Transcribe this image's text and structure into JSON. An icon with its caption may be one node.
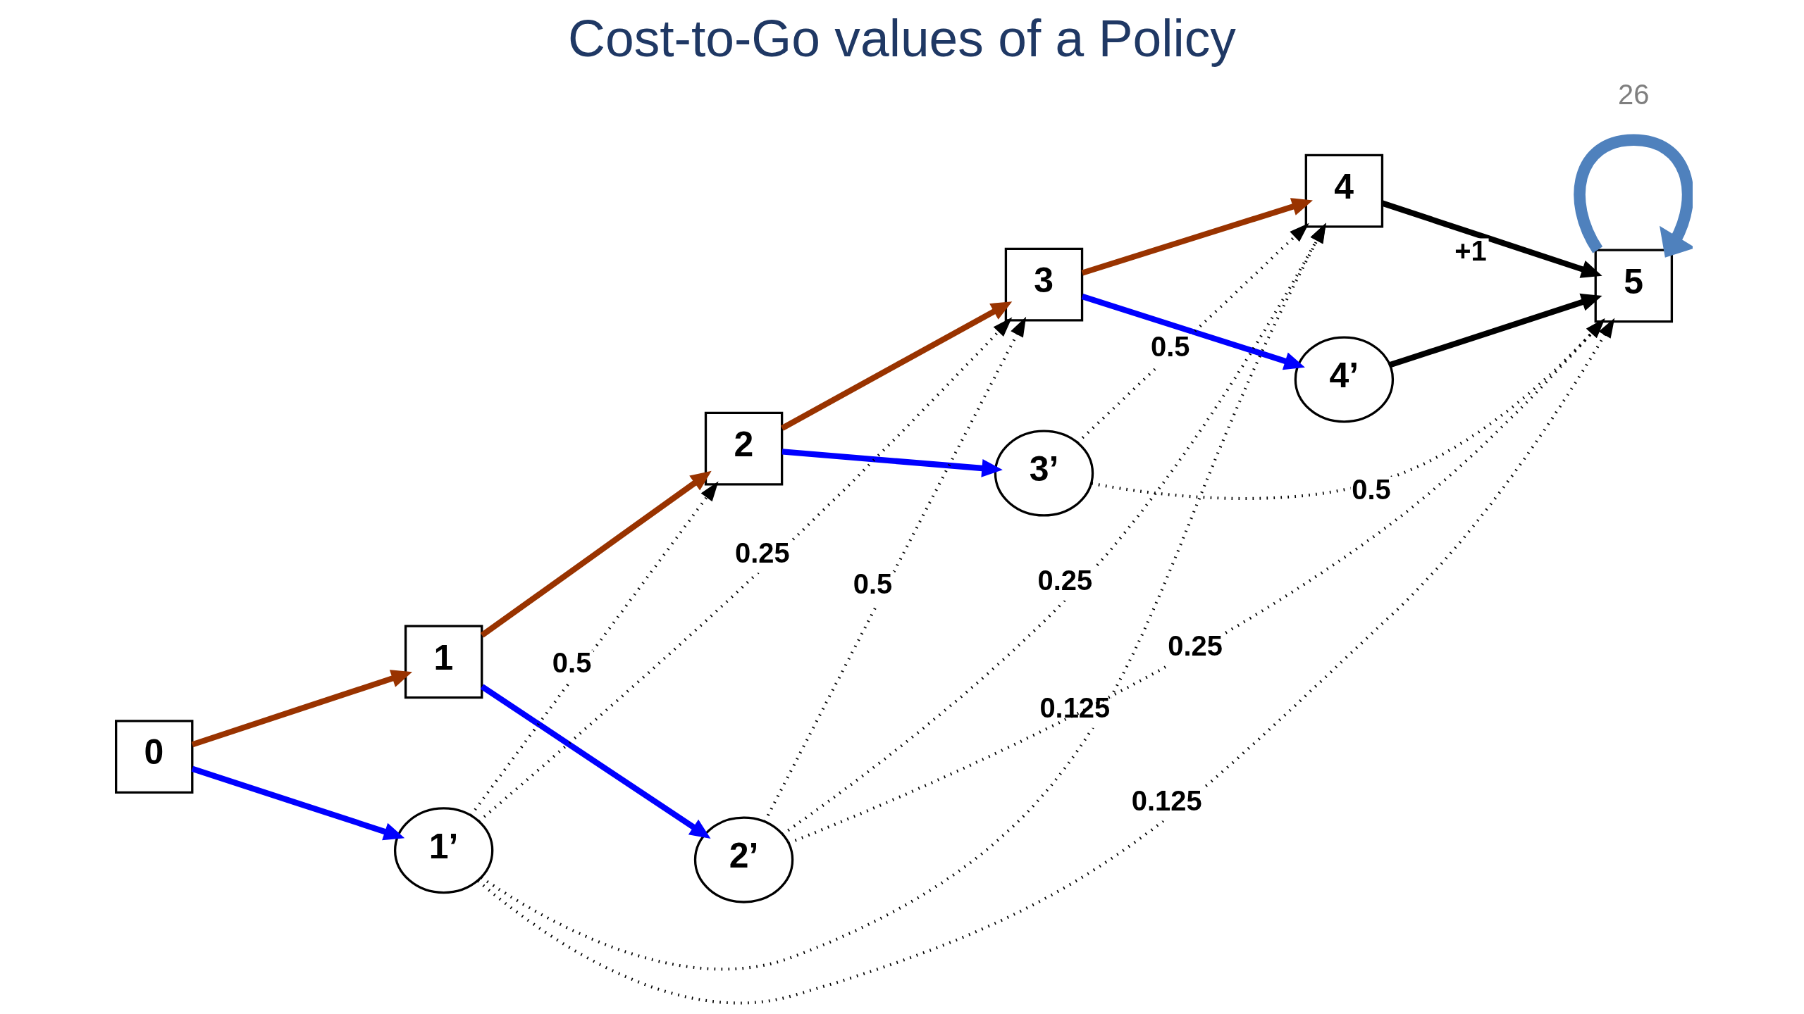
{
  "diagram": {
    "title": "Cost-to-Go values of a Policy",
    "nodes": [
      {
        "text": [
          "0"
        ]
      },
      {
        "text": [
          "1"
        ]
      },
      {
        "text": [
          "2"
        ]
      },
      {
        "text": [
          "3"
        ]
      },
      {
        "text": [
          "4"
        ]
      },
      {
        "text": [
          "1’"
        ]
      },
      {
        "text": [
          "2’"
        ]
      },
      {
        "text": [
          "3’"
        ]
      },
      {
        "text": [
          "4’"
        ]
      },
      {
        "text": [
          "5"
        ]
      }
    ],
    "edges": [
      {
        "from": 0,
        "to": 1,
        "arrow": "to",
        "color": "#993300"
      },
      {
        "from": 1,
        "to": 2,
        "arrow": "to",
        "color": "#993300"
      },
      {
        "from": 2,
        "to": 3,
        "arrow": "to",
        "color": "#993300"
      },
      {
        "from": 3,
        "to": 4,
        "arrow": "to",
        "color": "#993300"
      },
      {
        "from": 0,
        "to": 5,
        "arrow": "to",
        "color": "#0000ff"
      },
      {
        "from": 1,
        "to": 6,
        "arrow": "to",
        "color": "#0000ff"
      },
      {
        "from": 2,
        "to": 7,
        "arrow": "to",
        "color": "#0000ff"
      },
      {
        "from": 3,
        "to": 8,
        "arrow": "to",
        "color": "#0000ff"
      },
      {
        "from": 4,
        "to": 9,
        "arrow": "to",
        "label": "+1"
      },
      {
        "from": 8,
        "to": 9,
        "arrow": "to"
      },
      {
        "from": 9,
        "to": 9,
        "arrow": "to",
        "style": "thick",
        "color": "#4f81bd"
      },
      {
        "from": 5,
        "to": 2,
        "arrow": "to",
        "label": "0.5",
        "style": "dashed"
      },
      {
        "from": 5,
        "to": 3,
        "arrow": "to",
        "label": "0.25",
        "style": "dashed"
      },
      {
        "from": 5,
        "to": 4,
        "arrow": "to",
        "label": "0.125",
        "style": "dashed"
      },
      {
        "from": 5,
        "to": 9,
        "arrow": "to",
        "label": "0.125",
        "style": "dashed"
      },
      {
        "from": 6,
        "to": 3,
        "arrow": "to",
        "label": "0.5",
        "style": "dashed"
      },
      {
        "from": 6,
        "to": 4,
        "arrow": "to",
        "label": "0.25",
        "style": "dashed"
      },
      {
        "from": 6,
        "to": 9,
        "arrow": "to",
        "label": "0.25",
        "style": "dashed"
      },
      {
        "from": 7,
        "to": 4,
        "arrow": "to",
        "label": "0.5",
        "style": "dashed"
      },
      {
        "from": 7,
        "to": 9,
        "arrow": "to",
        "label": "0.5",
        "style": "dashed"
      }
    ],
    "labels": [
      "26"
    ]
  }
}
